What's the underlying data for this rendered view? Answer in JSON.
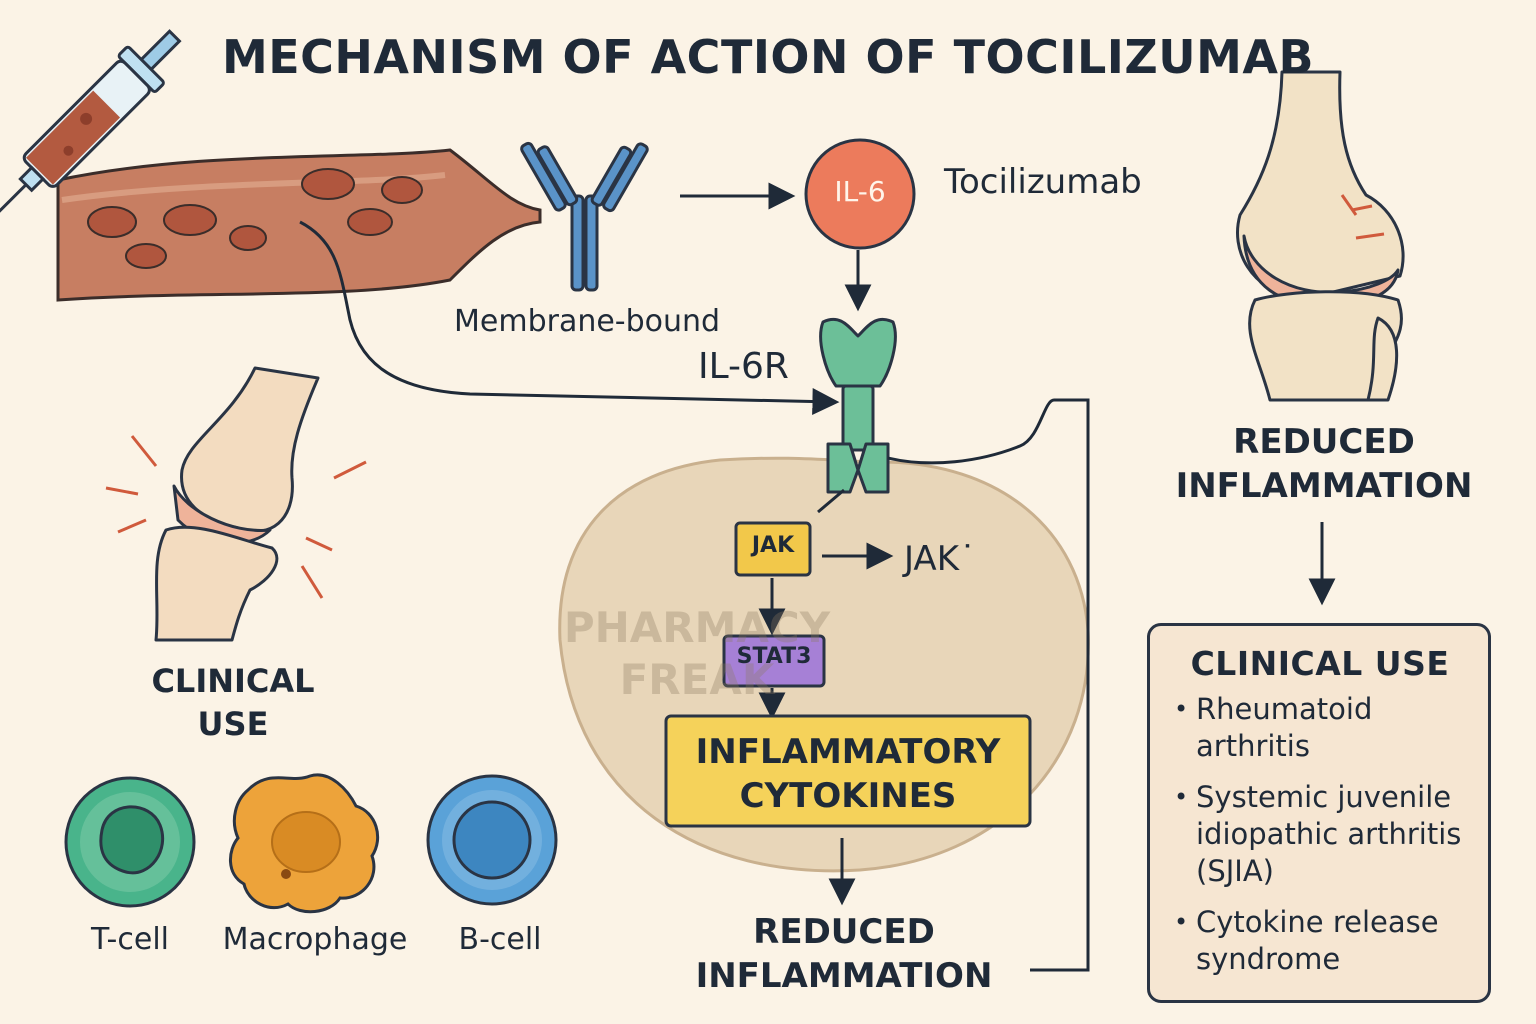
{
  "title": "MECHANISM OF ACTION OF TOCILIZUMAB",
  "drug_label": "Tocilizumab",
  "il6_label": "IL-6",
  "membrane_label": "Membrane-bound",
  "receptor_label": "IL-6R",
  "jak_label": "JAK",
  "jak_phospho_label": "JAK˙",
  "stat3_label": "STAT3",
  "cytokines_label": "INFLAMMATORY CYTOKINES",
  "reduced_center": "REDUCED INFLAMMATION",
  "reduced_right": "REDUCED INFLAMMATION",
  "watermark": "PHARMACY FREAK",
  "left_clinical_heading": "CLINICAL USE",
  "cells": {
    "tcell": "T-cell",
    "macrophage": "Macrophage",
    "bcell": "B-cell"
  },
  "clinical_box": {
    "heading": "CLINICAL USE",
    "items": [
      "Rheumatoid arthritis",
      "Systemic juvenile idiopathic arthritis (SJIA)",
      "Cytokine release syndrome"
    ]
  },
  "colors": {
    "background": "#fbf3e6",
    "antibody": "#5a93c8",
    "il6": "#ec7b5c",
    "receptor": "#6cbf98",
    "jak": "#f2c84a",
    "stat3": "#a680d6",
    "cytokines": "#f5d25a",
    "cell_body": "#e8d6b9",
    "tcell": "#49b48b",
    "macrophage": "#eda33a",
    "bcell": "#5aa2d8",
    "vessel": "#c77e62",
    "rbc": "#b0563e",
    "ink": "#1f2a38"
  }
}
